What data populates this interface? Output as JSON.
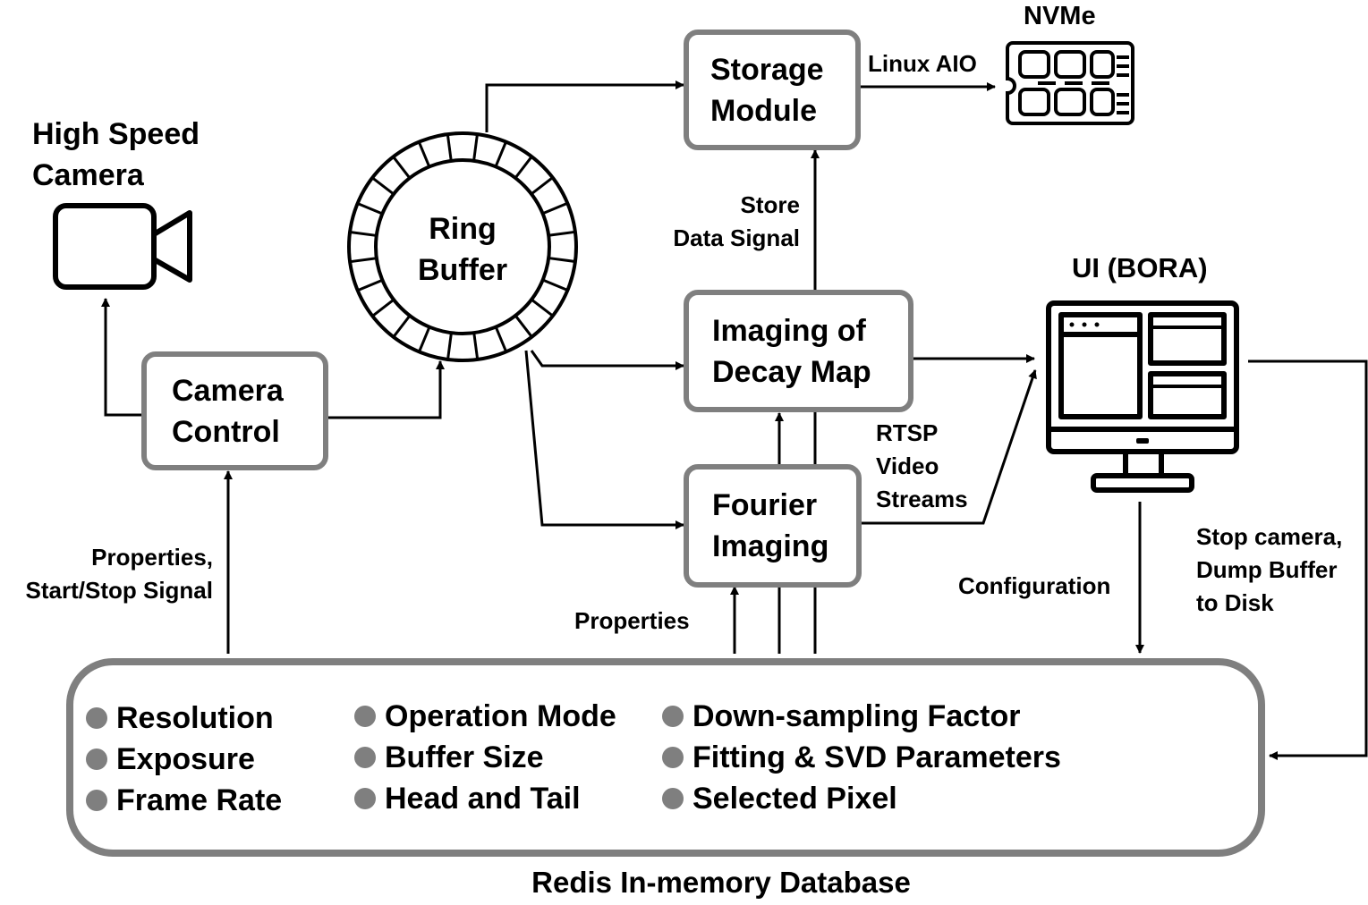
{
  "labels": {
    "camera": [
      "High Speed",
      "Camera"
    ],
    "nvme": "NVMe",
    "linux_aio": "Linux AIO",
    "store_signal": [
      "Store",
      "Data Signal"
    ],
    "ui": "UI (BORA)",
    "rtsp": [
      "RTSP",
      "Video",
      "Streams"
    ],
    "properties_signal": [
      "Properties,",
      "Start/Stop Signal"
    ],
    "properties": "Properties",
    "configuration": "Configuration",
    "stop_camera": [
      "Stop camera,",
      "Dump Buffer",
      "to Disk"
    ],
    "database": "Redis In-memory Database"
  },
  "boxes": {
    "camera_control": [
      "Camera",
      "Control"
    ],
    "ring_buffer": [
      "Ring",
      "Buffer"
    ],
    "storage_module": [
      "Storage",
      "Module"
    ],
    "decay_map": [
      "Imaging of",
      "Decay Map"
    ],
    "fourier": [
      "Fourier",
      "Imaging"
    ]
  },
  "database_items": [
    [
      "Resolution",
      "Exposure",
      "Frame Rate"
    ],
    [
      "Operation Mode",
      "Buffer Size",
      "Head and Tail"
    ],
    [
      "Down-sampling Factor",
      "Fitting & SVD Parameters",
      "Selected Pixel"
    ]
  ],
  "colors": {
    "box_border": "#7f7f7f",
    "bullet": "#7f7f7f",
    "line": "#000000"
  },
  "icons": [
    "video-camera-icon",
    "nvme-drive-icon",
    "monitor-icon"
  ]
}
